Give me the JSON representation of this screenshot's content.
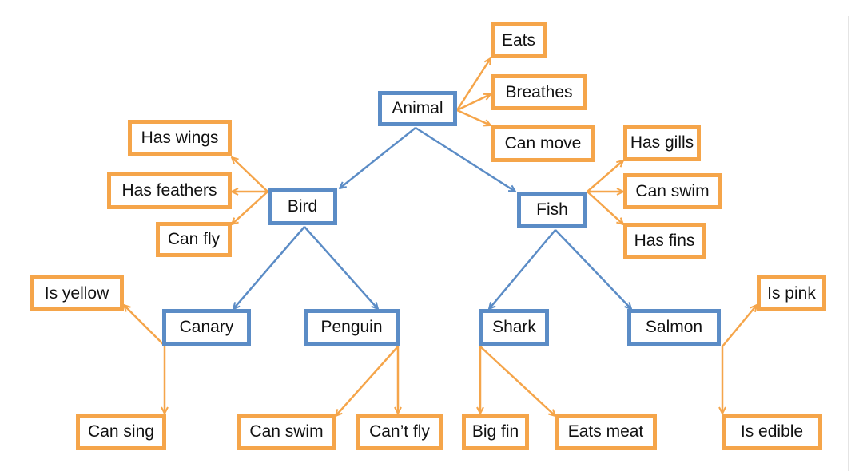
{
  "colors": {
    "concept": "#5b8cc6",
    "property": "#f5a54a"
  },
  "nodes": [
    {
      "id": "animal",
      "label": "Animal",
      "type": "concept"
    },
    {
      "id": "eats",
      "label": "Eats",
      "type": "property"
    },
    {
      "id": "breathes",
      "label": "Breathes",
      "type": "property"
    },
    {
      "id": "canmove",
      "label": "Can move",
      "type": "property"
    },
    {
      "id": "bird",
      "label": "Bird",
      "type": "concept"
    },
    {
      "id": "haswings",
      "label": "Has wings",
      "type": "property"
    },
    {
      "id": "hasfeathers",
      "label": "Has feathers",
      "type": "property"
    },
    {
      "id": "canfly",
      "label": "Can fly",
      "type": "property"
    },
    {
      "id": "fish",
      "label": "Fish",
      "type": "concept"
    },
    {
      "id": "hasgills",
      "label": "Has gills",
      "type": "property"
    },
    {
      "id": "canswimfish",
      "label": "Can swim",
      "type": "property"
    },
    {
      "id": "hasfins",
      "label": "Has fins",
      "type": "property"
    },
    {
      "id": "canary",
      "label": "Canary",
      "type": "concept"
    },
    {
      "id": "isyellow",
      "label": "Is yellow",
      "type": "property"
    },
    {
      "id": "cansing",
      "label": "Can sing",
      "type": "property"
    },
    {
      "id": "penguin",
      "label": "Penguin",
      "type": "concept"
    },
    {
      "id": "canswimpenguin",
      "label": "Can swim",
      "type": "property"
    },
    {
      "id": "cantfly",
      "label": "Can’t fly",
      "type": "property"
    },
    {
      "id": "shark",
      "label": "Shark",
      "type": "concept"
    },
    {
      "id": "bigfin",
      "label": "Big fin",
      "type": "property"
    },
    {
      "id": "eatsmeat",
      "label": "Eats meat",
      "type": "property"
    },
    {
      "id": "salmon",
      "label": "Salmon",
      "type": "concept"
    },
    {
      "id": "ispink",
      "label": "Is pink",
      "type": "property"
    },
    {
      "id": "isedible",
      "label": "Is edible",
      "type": "property"
    }
  ],
  "edges": [
    [
      "animal",
      "bird"
    ],
    [
      "animal",
      "fish"
    ],
    [
      "animal",
      "eats"
    ],
    [
      "animal",
      "breathes"
    ],
    [
      "animal",
      "canmove"
    ],
    [
      "bird",
      "haswings"
    ],
    [
      "bird",
      "hasfeathers"
    ],
    [
      "bird",
      "canfly"
    ],
    [
      "bird",
      "canary"
    ],
    [
      "bird",
      "penguin"
    ],
    [
      "fish",
      "hasgills"
    ],
    [
      "fish",
      "canswimfish"
    ],
    [
      "fish",
      "hasfins"
    ],
    [
      "fish",
      "shark"
    ],
    [
      "fish",
      "salmon"
    ],
    [
      "canary",
      "isyellow"
    ],
    [
      "canary",
      "cansing"
    ],
    [
      "penguin",
      "canswimpenguin"
    ],
    [
      "penguin",
      "cantfly"
    ],
    [
      "shark",
      "bigfin"
    ],
    [
      "shark",
      "eatsmeat"
    ],
    [
      "salmon",
      "ispink"
    ],
    [
      "salmon",
      "isedible"
    ]
  ]
}
